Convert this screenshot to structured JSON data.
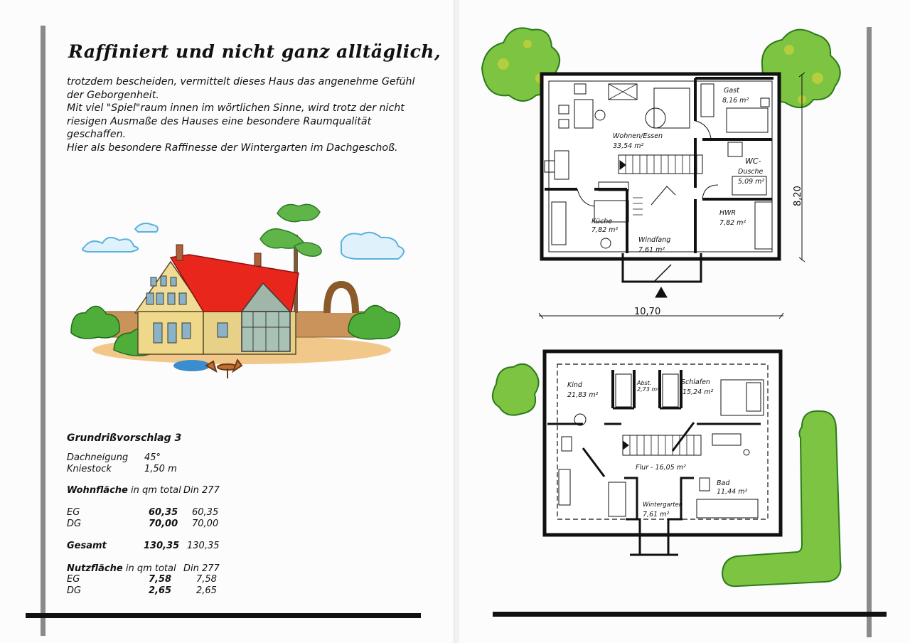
{
  "title": "Raffiniert und nicht ganz alltäglich,",
  "intro": [
    "trotzdem bescheiden, vermittelt dieses Haus das angenehme Gefühl",
    "der Geborgenheit.",
    "Mit viel \"Spiel\"raum innen im wörtlichen Sinne, wird trotz der nicht",
    "riesigen Ausmaße des Hauses eine besondere Raumqualität",
    "geschaffen.",
    "Hier als besondere Raffinesse der Wintergarten im Dachgeschoß."
  ],
  "specs": {
    "heading": "Grundrißvorschlag 3",
    "dachneigung_label": "Dachneigung",
    "dachneigung_value": "45°",
    "kniestock_label": "Kniestock",
    "kniestock_value": "1,50 m",
    "wohnflaeche_label": "Wohnfläche",
    "wohnflaeche_unit": "in qm total",
    "din_label": "Din 277",
    "eg_label": "EG",
    "eg_total": "60,35",
    "eg_din": "60,35",
    "dg_label": "DG",
    "dg_total": "70,00",
    "dg_din": "70,00",
    "gesamt_label": "Gesamt",
    "gesamt_total": "130,35",
    "gesamt_din": "130,35",
    "nutzflaeche_label": "Nutzfläche",
    "nutzflaeche_unit": "in qm total",
    "nutz_din_label": "Din 277",
    "nutz_eg_label": "EG",
    "nutz_eg_total": "7,58",
    "nutz_eg_din": "7,58",
    "nutz_dg_label": "DG",
    "nutz_dg_total": "2,65",
    "nutz_dg_din": "2,65"
  },
  "ground_floor": {
    "gast": "Gast",
    "gast_area": "8,16 m²",
    "wohnen": "Wohnen/Essen",
    "wohnen_area": "33,54 m²",
    "wc": "WC-",
    "dusche": "Dusche",
    "wc_area": "5,09 m²",
    "kueche": "Küche",
    "kueche_area": "7,82 m²",
    "hwr": "HWR",
    "hwr_area": "7,82 m²",
    "windfang": "Windfang",
    "windfang_area": "7,61 m²",
    "width_dim": "10,70",
    "depth_dim": "8,20"
  },
  "upper_floor": {
    "kind": "Kind",
    "kind_area": "21,83 m²",
    "abst": "Abst.",
    "abst_area": "2,73 m²",
    "schlafen": "Schlafen",
    "schlafen_area": "15,24 m²",
    "flur": "Flur - 16,05 m²",
    "bad": "Bad",
    "bad_area": "11,44 m²",
    "wintergarten": "Wintergarten",
    "wintergarten_area": "7,61 m²"
  }
}
